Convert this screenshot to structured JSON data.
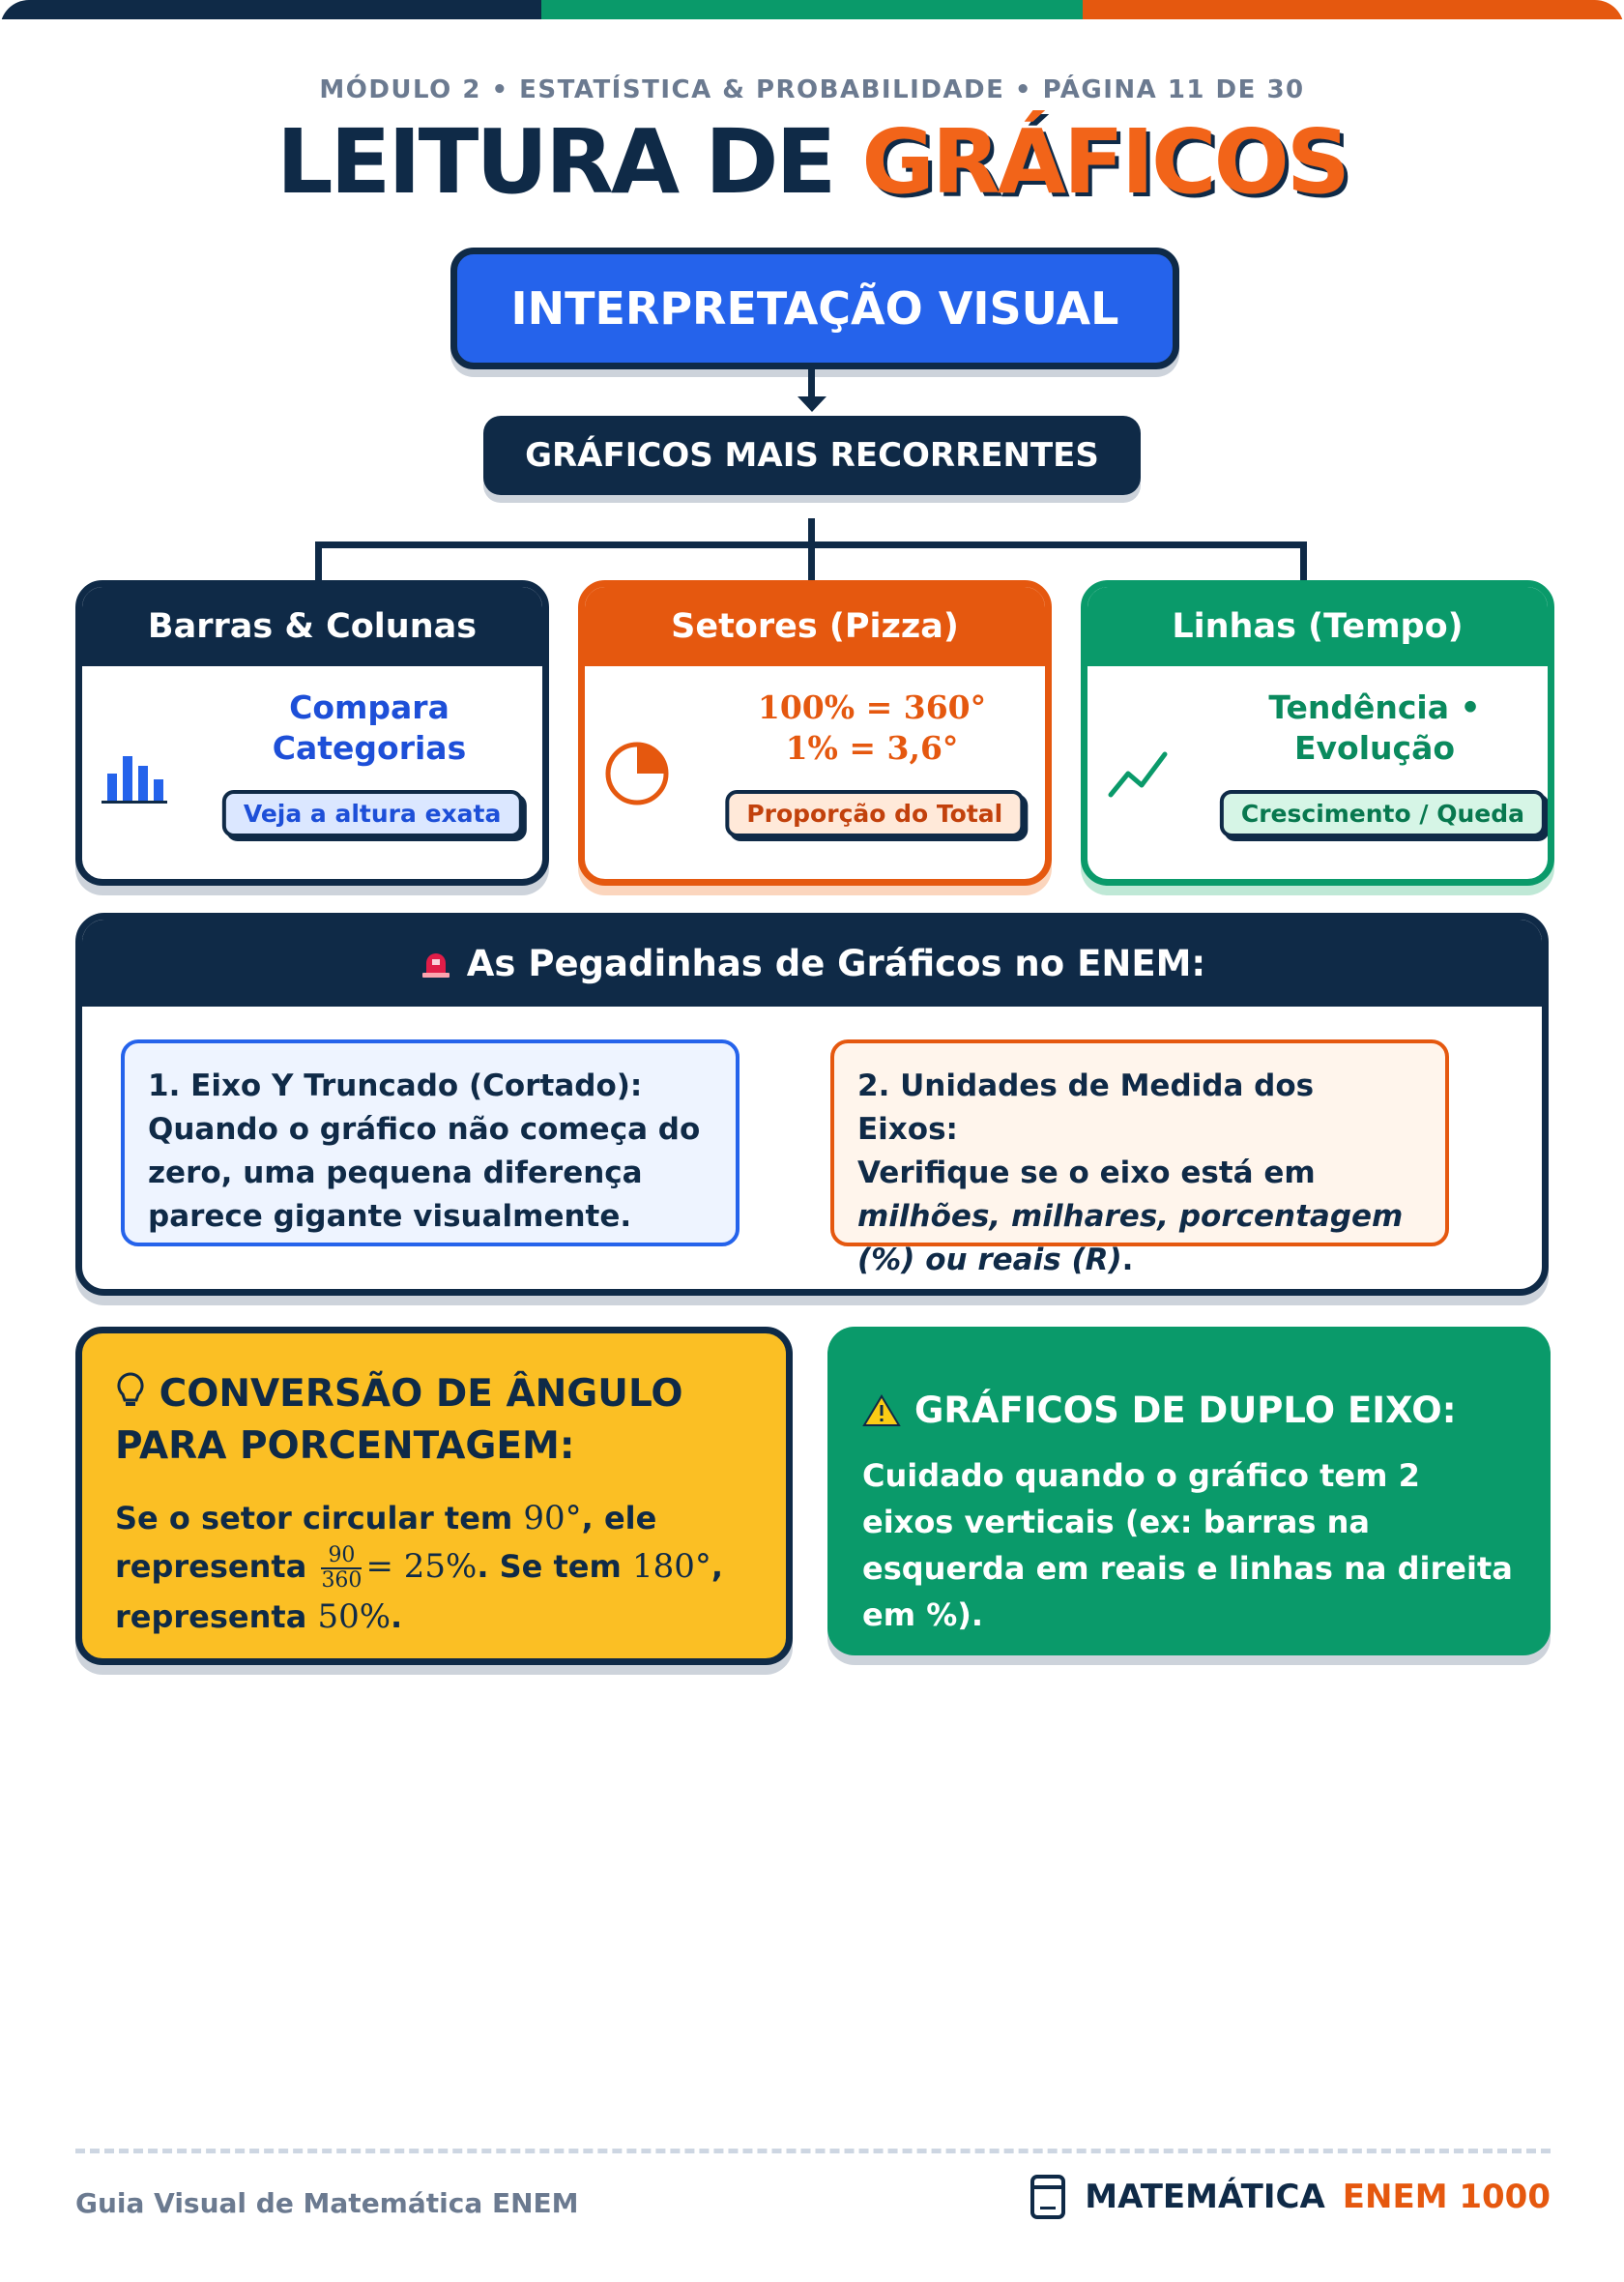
{
  "header": {
    "kicker": "MÓDULO 2 • ESTATÍSTICA & PROBABILIDADE • PÁGINA 11 DE 30",
    "title_part1": "LEITURA DE ",
    "title_highlight": "GRÁFICOS"
  },
  "diagram": {
    "root": "INTERPRETAÇÃO VISUAL",
    "sub": "GRÁFICOS MAIS RECORRENTES"
  },
  "cards": [
    {
      "title": "Barras & Colunas",
      "line1": "Compara",
      "line2": "Categorias",
      "badge": "Veja a altura exata",
      "icon": "bar-chart-icon",
      "color": "#0f2a47"
    },
    {
      "title": "Setores (Pizza)",
      "line1": "100% = 360°",
      "line2": "1% = 3,6°",
      "badge": "Proporção do Total",
      "icon": "pie-chart-icon",
      "color": "#e5580f"
    },
    {
      "title": "Linhas (Tempo)",
      "line1": "Tendência •",
      "line2": "Evolução",
      "badge": "Crescimento / Queda",
      "icon": "trend-line-icon",
      "color": "#0a9a6a"
    }
  ],
  "traps": {
    "title": "As Pegadinhas de Gráficos no ENEM:",
    "icon": "siren-icon",
    "item1_title": "1. Eixo Y Truncado (Cortado):",
    "item1_text": "Quando o gráfico não começa do zero, uma pequena diferença parece gigante visualmente.",
    "item2_title": "2. Unidades de Medida dos Eixos:",
    "item2_text_a": "Verifique se o eixo está em ",
    "item2_text_em": "milhões, milhares, porcentagem (%) ou reais (R)",
    "item2_text_b": "."
  },
  "conversion": {
    "icon": "lightbulb-icon",
    "title": "CONVERSÃO DE ÂNGULO PARA PORCENTAGEM:",
    "t1": "Se o setor circular tem ",
    "m1": "90°",
    "t2": ", ele representa ",
    "frac_num": "90",
    "frac_den": "360",
    "m2": "= 25%",
    "t3": ". Se tem ",
    "m3": "180°",
    "t4": ", representa ",
    "m4": "50%",
    "t5": "."
  },
  "dual_axis": {
    "icon": "warning-icon",
    "title": "GRÁFICOS DE DUPLO EIXO:",
    "text": "Cuidado quando o gráfico tem 2 eixos verticais (ex: barras na esquerda em reais e linhas na direita em %)."
  },
  "footer": {
    "left": "Guia Visual de Matemática ENEM",
    "icon": "book-icon",
    "brand1": "MATEMÁTICA",
    "brand2": "ENEM 1000"
  },
  "colors": {
    "navy": "#0f2a47",
    "orange": "#e5580f",
    "green": "#0a9a6a",
    "blue": "#2563eb",
    "yellow": "#fbbf24"
  }
}
